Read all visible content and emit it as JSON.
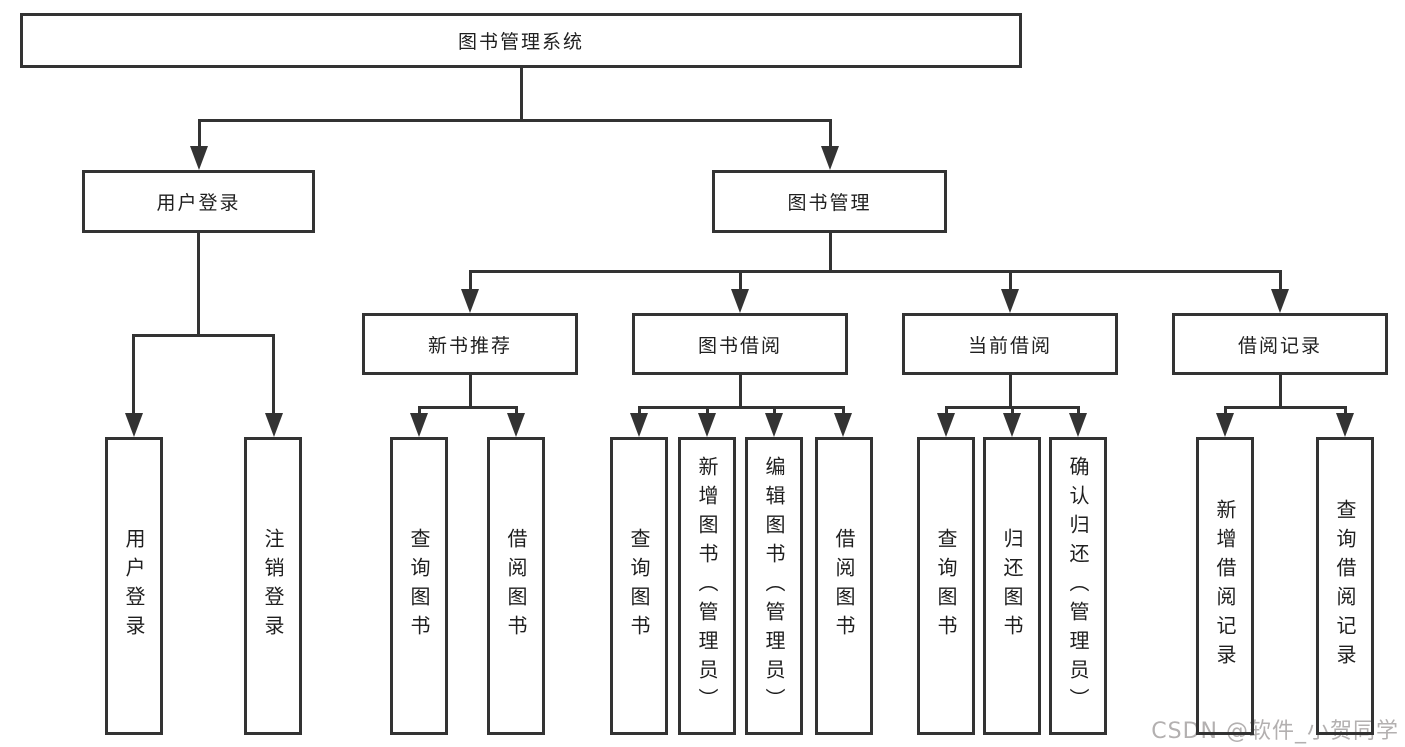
{
  "tree": {
    "label": "图书管理系统",
    "children": [
      {
        "label": "用户登录",
        "children": [
          {
            "label": "用户登录"
          },
          {
            "label": "注销登录"
          }
        ]
      },
      {
        "label": "图书管理",
        "children": [
          {
            "label": "新书推荐",
            "children": [
              {
                "label": "查询图书"
              },
              {
                "label": "借阅图书"
              }
            ]
          },
          {
            "label": "图书借阅",
            "children": [
              {
                "label": "查询图书"
              },
              {
                "label": "新增图书（管理员）"
              },
              {
                "label": "编辑图书（管理员）"
              },
              {
                "label": "借阅图书"
              }
            ]
          },
          {
            "label": "当前借阅",
            "children": [
              {
                "label": "查询图书"
              },
              {
                "label": "归还图书"
              },
              {
                "label": "确认归还（管理员）"
              }
            ]
          },
          {
            "label": "借阅记录",
            "children": [
              {
                "label": "新增借阅记录"
              },
              {
                "label": "查询借阅记录"
              }
            ]
          }
        ]
      }
    ]
  },
  "watermark": "CSDN @软件_小贺同学",
  "colors": {
    "line": "#333333",
    "text": "#1f1f1f",
    "watermark": "#b3b0b0",
    "background": "#ffffff"
  }
}
